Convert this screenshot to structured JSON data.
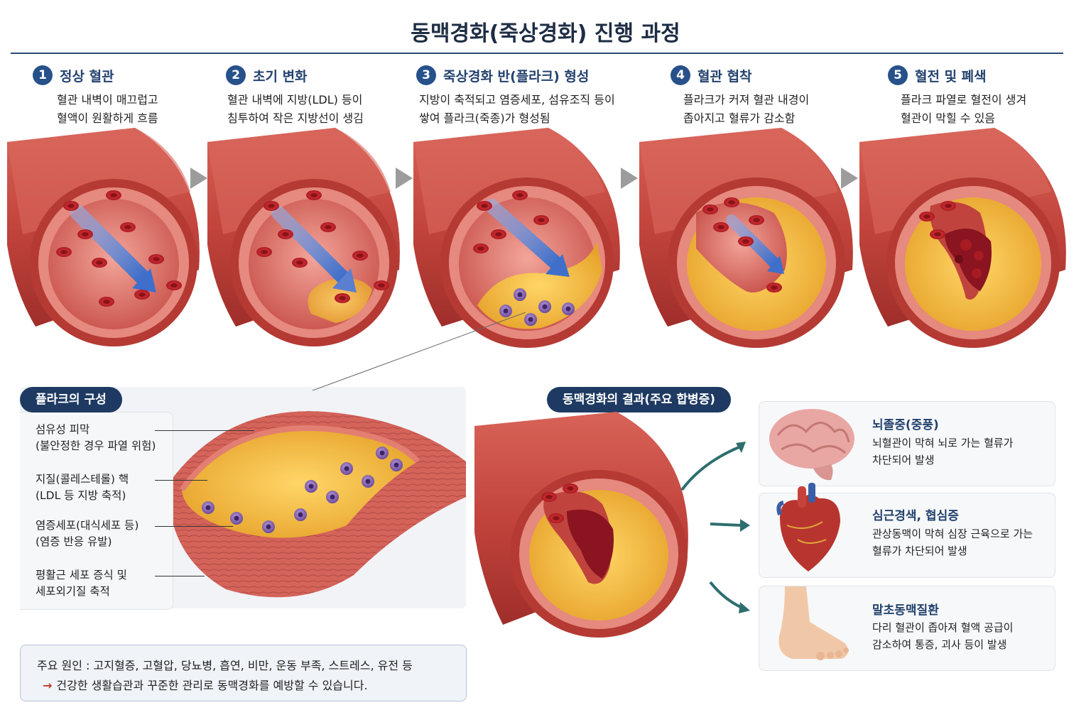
{
  "title": "동맥경화(죽상경화) 진행 과정",
  "stages": [
    {
      "num": "1",
      "title": "정상 혈관",
      "desc": [
        "혈관 내벽이 매끄럽고",
        "혈액이 원활하게 흐름"
      ]
    },
    {
      "num": "2",
      "title": "초기 변화",
      "desc": [
        "혈관 내벽에 지방(LDL) 등이",
        "침투하여 작은 지방선이 생김"
      ]
    },
    {
      "num": "3",
      "title": "죽상경화 반(플라크) 형성",
      "desc": [
        "지방이 축적되고 염증세포, 섬유조직 등이",
        "쌓여 플라크(죽종)가 형성됨"
      ]
    },
    {
      "num": "4",
      "title": "혈관 협착",
      "desc": [
        "플라크가 커져 혈관 내경이",
        "좁아지고 혈류가 감소함"
      ]
    },
    {
      "num": "5",
      "title": "혈전 및 폐색",
      "desc": [
        "플라크 파열로 혈전이 생겨",
        "혈관이 막힐 수 있음"
      ]
    }
  ],
  "composition": {
    "title": "플라크의 구성",
    "labels": [
      {
        "line1": "섬유성 피막",
        "line2": "(불안정한 경우 파열 위험)"
      },
      {
        "line1": "지질(콜레스테롤) 핵",
        "line2": "(LDL 등 지방 축적)"
      },
      {
        "line1": "염증세포(대식세포 등)",
        "line2": "(염증 반응 유발)"
      },
      {
        "line1": "평활근 세포 증식 및",
        "line2": "세포외기질 축적"
      }
    ]
  },
  "complications": {
    "title": "동맥경화의 결과(주요 합병증)",
    "items": [
      {
        "icon": "brain-icon",
        "title": "뇌졸중(중풍)",
        "desc": [
          "뇌혈관이 막혀 뇌로 가는 혈류가",
          "차단되어 발생"
        ]
      },
      {
        "icon": "heart-icon",
        "title": "심근경색, 협심증",
        "desc": [
          "관상동맥이 막혀 심장 근육으로 가는",
          "혈류가 차단되어 발생"
        ]
      },
      {
        "icon": "foot-icon",
        "title": "말초동맥질환",
        "desc": [
          "다리 혈관이 좁아져 혈액 공급이",
          "감소하여 통증, 괴사 등이 발생"
        ]
      }
    ]
  },
  "causes": {
    "line1": "주요 원인 :  고지혈증, 고혈압, 당뇨병, 흡연, 비만, 운동 부족, 스트레스, 유전 등",
    "arrow": "→",
    "line2": "건강한 생활습관과 꾸준한 관리로 동맥경화를 예방할 수 있습니다."
  },
  "colors": {
    "navy": "#1e3a62",
    "accent": "#27518a",
    "vessel": "#c9483f",
    "lumen": "#e07c72",
    "plaque": "#f0b43c",
    "rbc": "#b81f26",
    "flow": "#5b87d6",
    "inflam": "#7b5aa6",
    "clot": "#8a1420",
    "teal": "#2e6e6e"
  }
}
